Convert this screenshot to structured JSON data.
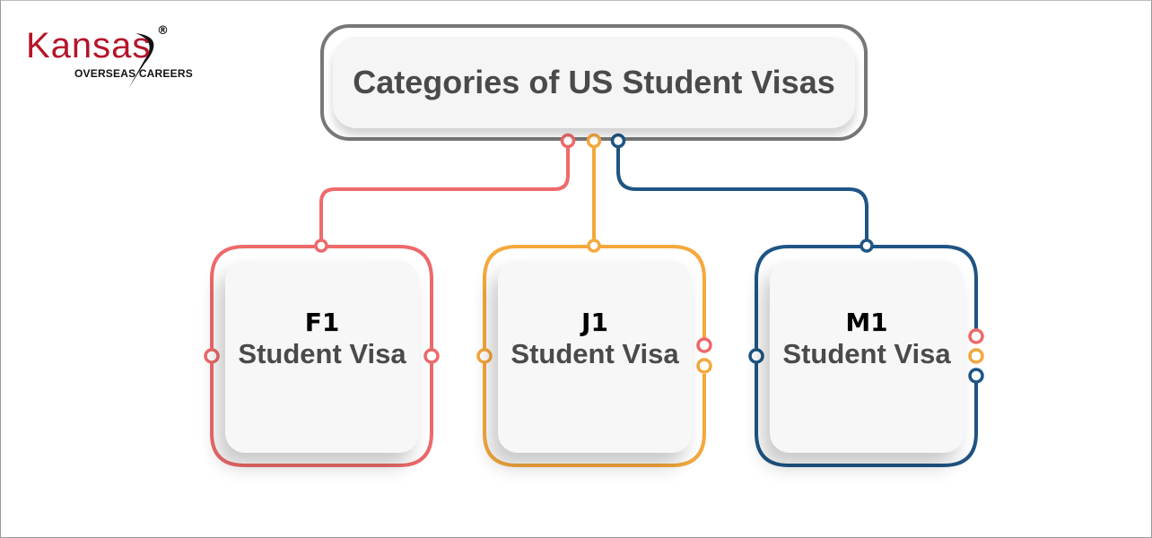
{
  "logo": {
    "brand": "Kansas",
    "registered_mark": "®",
    "tagline": "OVERSEAS CAREERS",
    "brand_color": "#b5152b"
  },
  "title": "Categories of US Student Visas",
  "colors": {
    "f1": "#ee6a6a",
    "j1": "#f5a83c",
    "m1": "#1e5584",
    "title_border": "#777777",
    "text": "#4a4a4a"
  },
  "cards": [
    {
      "code": "F1",
      "label": "Student Visa",
      "color": "#ee6a6a"
    },
    {
      "code": "J1",
      "label": "Student Visa",
      "color": "#f5a83c"
    },
    {
      "code": "M1",
      "label": "Student Visa",
      "color": "#1e5584"
    }
  ]
}
